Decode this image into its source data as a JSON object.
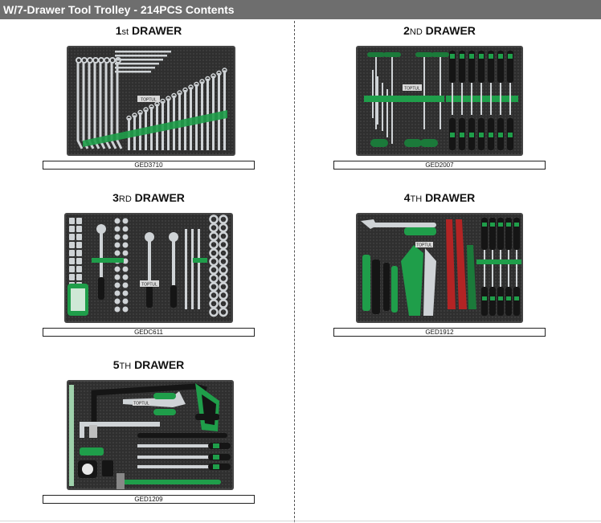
{
  "header": {
    "title": "W/7-Drawer Tool Trolley - 214PCS Contents"
  },
  "drawers": [
    {
      "num": "1",
      "suffix": "st",
      "word": "DRAWER",
      "code": "GED3710",
      "tray_label": "TOPTUL"
    },
    {
      "num": "2",
      "suffix": "ND",
      "word": "DRAWER",
      "code": "GED2007",
      "tray_label": "TOPTUL"
    },
    {
      "num": "3",
      "suffix": "RD",
      "word": "DRAWER",
      "code": "GEDC611",
      "tray_label": "TOPTUL"
    },
    {
      "num": "4",
      "suffix": "TH",
      "word": "DRAWER",
      "code": "GED1912",
      "tray_label": "TOPTUL"
    },
    {
      "num": "5",
      "suffix": "TH",
      "word": "DRAWER",
      "code": "GED1209",
      "tray_label": "TOPTUL"
    }
  ],
  "colors": {
    "title_bg": "#6e6e6e",
    "tray": "#2f2f2f",
    "accent_green": "#1f9e4a",
    "chrome": "#cfd3d6"
  }
}
